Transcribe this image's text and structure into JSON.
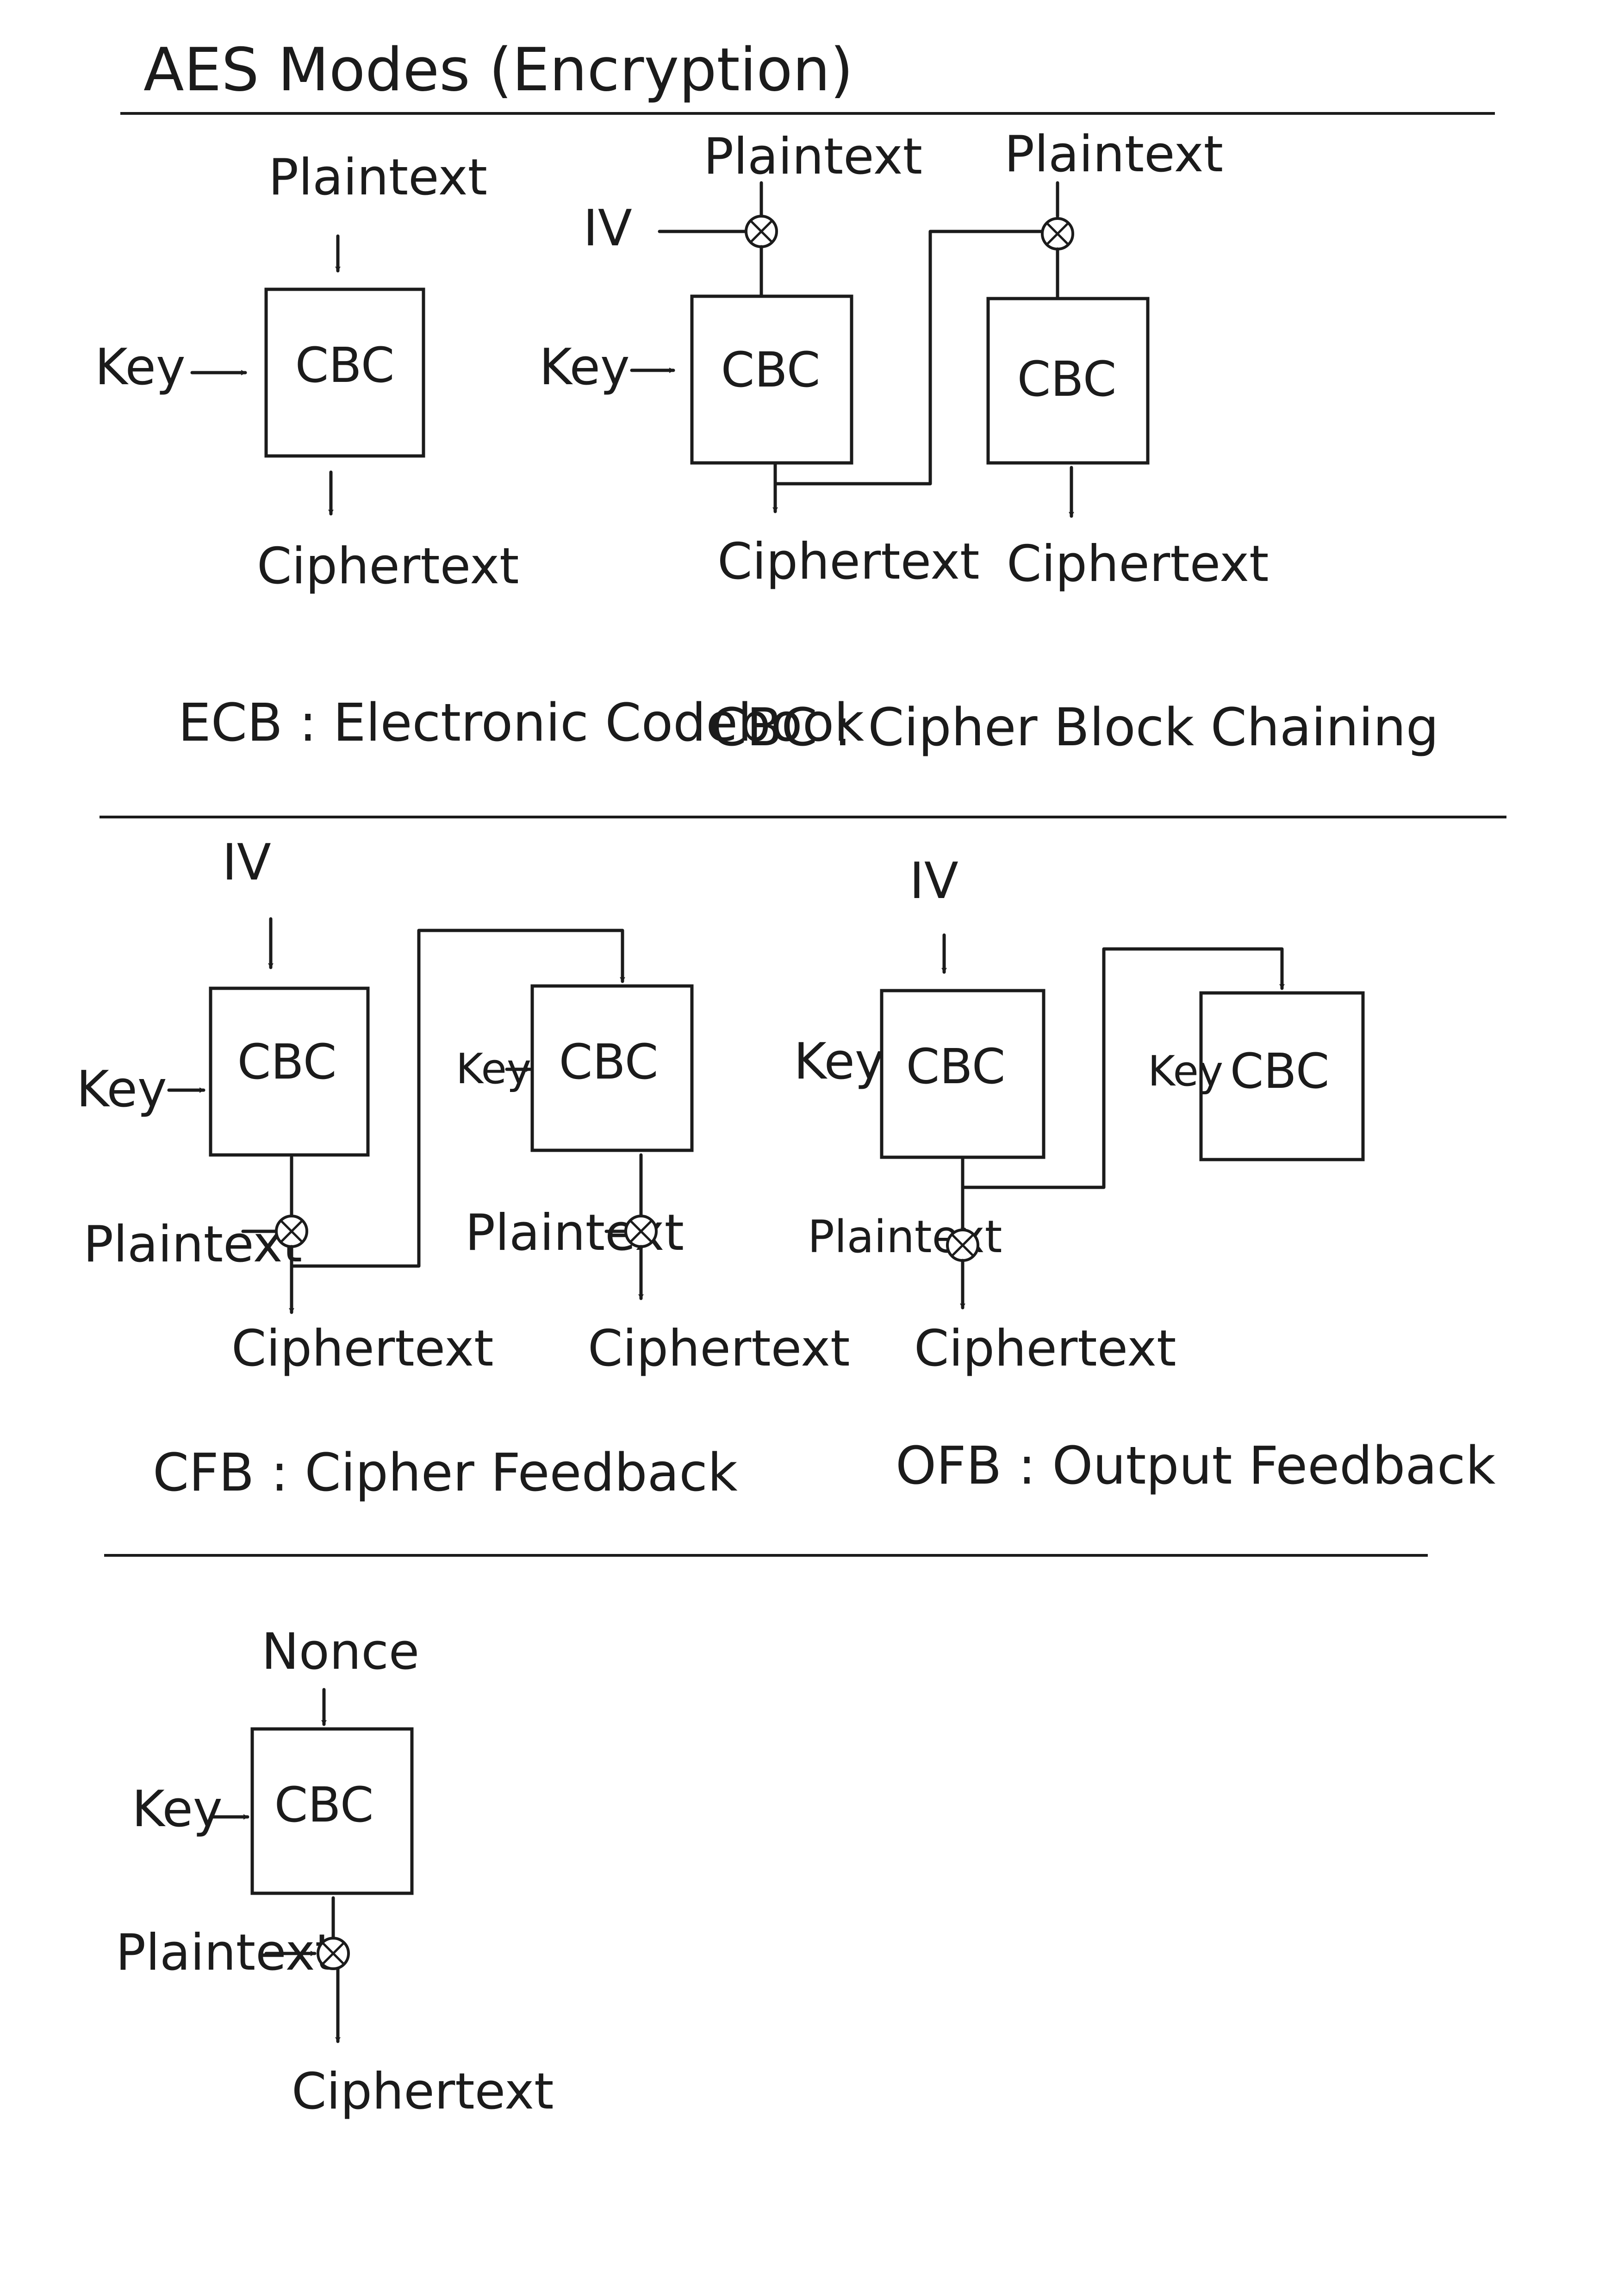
{
  "title": "AES Modes (Encryption)",
  "ecb": {
    "plaintext": "Plaintext",
    "key": "Key",
    "block": "CBC",
    "ciphertext": "Ciphertext",
    "caption": "ECB : Electronic Codebook"
  },
  "cbc": {
    "iv": "IV",
    "plaintext_1": "Plaintext",
    "plaintext_2": "Plaintext",
    "key": "Key",
    "block_1": "CBC",
    "block_2": "CBC",
    "ciphertext_1": "Ciphertext",
    "ciphertext_2": "Ciphertext",
    "caption": "CBC : Cipher Block Chaining"
  },
  "cfb": {
    "iv": "IV",
    "key_1": "Key",
    "key_2": "Key",
    "block_1": "CBC",
    "block_2": "CBC",
    "plaintext_1": "Plaintext",
    "plaintext_2": "Plaintext",
    "ciphertext_1": "Ciphertext",
    "ciphertext_2": "Ciphertext",
    "caption": "CFB : Cipher Feedback"
  },
  "ofb": {
    "iv": "IV",
    "key_1": "Key",
    "key_2": "Key",
    "block_1": "CBC",
    "block_2": "CBC",
    "plaintext": "Plaintext",
    "ciphertext": "Ciphertext",
    "caption": "OFB : Output Feedback"
  },
  "ctr": {
    "nonce": "Nonce",
    "key": "Key",
    "block": "CBC",
    "plaintext": "Plaintext",
    "ciphertext": "Ciphertext"
  }
}
